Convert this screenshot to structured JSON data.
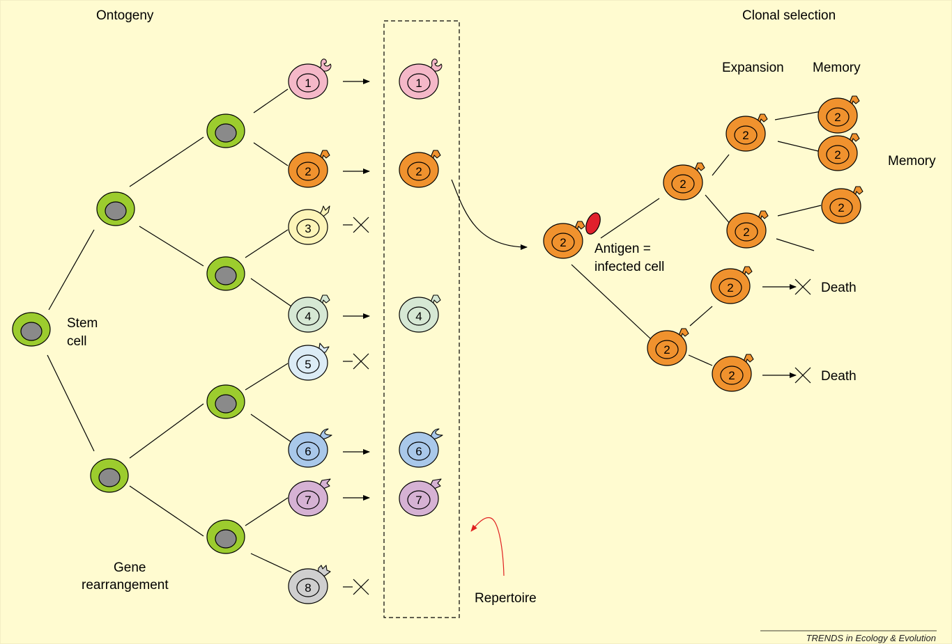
{
  "headings": {
    "ontogeny": "Ontogeny",
    "clonal_selection": "Clonal selection",
    "expansion": "Expansion",
    "memory_top": "Memory",
    "memory_side": "Memory"
  },
  "labels": {
    "stem_line1": "Stem",
    "stem_line2": "cell",
    "gene_line1": "Gene",
    "gene_line2": "rearrangement",
    "antigen_line1": "Antigen =",
    "antigen_line2": "infected cell",
    "death_1": "Death",
    "death_2": "Death",
    "repertoire": "Repertoire"
  },
  "lymphocytes": [
    {
      "id": "1",
      "fill": "#f5b8c8",
      "receptor": "cup",
      "selected": true
    },
    {
      "id": "2",
      "fill": "#f0922e",
      "receptor": "flag",
      "selected": true
    },
    {
      "id": "3",
      "fill": "#fdf5b8",
      "receptor": "vee",
      "selected": false
    },
    {
      "id": "4",
      "fill": "#d6e8d4",
      "receptor": "flag",
      "selected": true
    },
    {
      "id": "5",
      "fill": "#dcecf6",
      "receptor": "wedge",
      "selected": false
    },
    {
      "id": "6",
      "fill": "#a9c8ea",
      "receptor": "hook",
      "selected": true
    },
    {
      "id": "7",
      "fill": "#d6b2d4",
      "receptor": "notch",
      "selected": true
    },
    {
      "id": "8",
      "fill": "#cfcfcf",
      "receptor": "spiky",
      "selected": false
    }
  ],
  "clone_label": "2",
  "colors": {
    "background": "#fffbd0",
    "progenitor_fill": "#9ccc2e",
    "nucleus_fill": "#8a8a8a",
    "antigen_fill": "#e0202c",
    "repertoire_arrow": "#e02020"
  },
  "credit": "TRENDS in Ecology & Evolution"
}
